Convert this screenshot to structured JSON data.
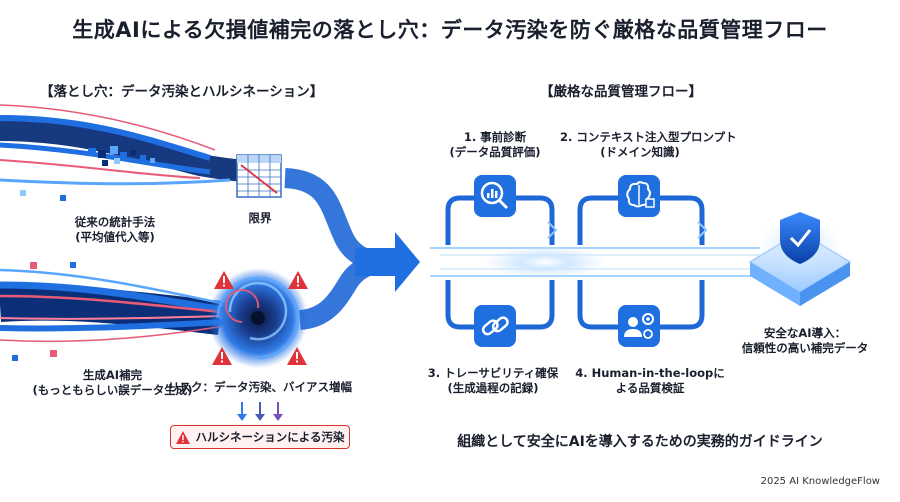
{
  "title": "生成AIによる欠損値補完の落とし穴：データ汚染を防ぐ厳格な品質管理フロー",
  "left_section": {
    "heading": "【落とし穴：データ汚染とハルシネーション】",
    "traditional_label_1": "従来の統計手法",
    "traditional_label_2": "(平均値代入等)",
    "limit_label": "限界",
    "genai_label_1": "生成AI補完",
    "genai_label_2": "(もっともらしい誤データ生成)",
    "risk_label": "リスク：データ汚染、バイアス増幅",
    "warning_label": "ハルシネーションによる汚染"
  },
  "right_section": {
    "heading": "【厳格な品質管理フロー】",
    "step1_title": "1. 事前診断",
    "step1_sub": "(データ品質評価)",
    "step2_title": "2. コンテキスト注入型プロンプト",
    "step2_sub": "(ドメイン知識)",
    "step3_title": "3. トレーサビリティ確保",
    "step3_sub": "(生成過程の記録)",
    "step4_title": "4. Human-in-the-loopに",
    "step4_sub": "よる品質検証",
    "result_1": "安全なAI導入：",
    "result_2": "信頼性の高い補完データ",
    "tagline": "組織として安全にAIを導入するための実務的ガイドライン"
  },
  "footer": "2025 AI KnowledgeFlow",
  "colors": {
    "navy": "#0b2e78",
    "blue": "#1f6fe0",
    "light_blue": "#8ec9ff",
    "red": "#e0323a",
    "purple": "#7a4fb8"
  },
  "icons": [
    "magnifier-chart-icon",
    "brain-chip-icon",
    "chain-link-icon",
    "people-gear-icon",
    "shield-check-icon",
    "warning-icon",
    "spreadsheet-icon"
  ]
}
